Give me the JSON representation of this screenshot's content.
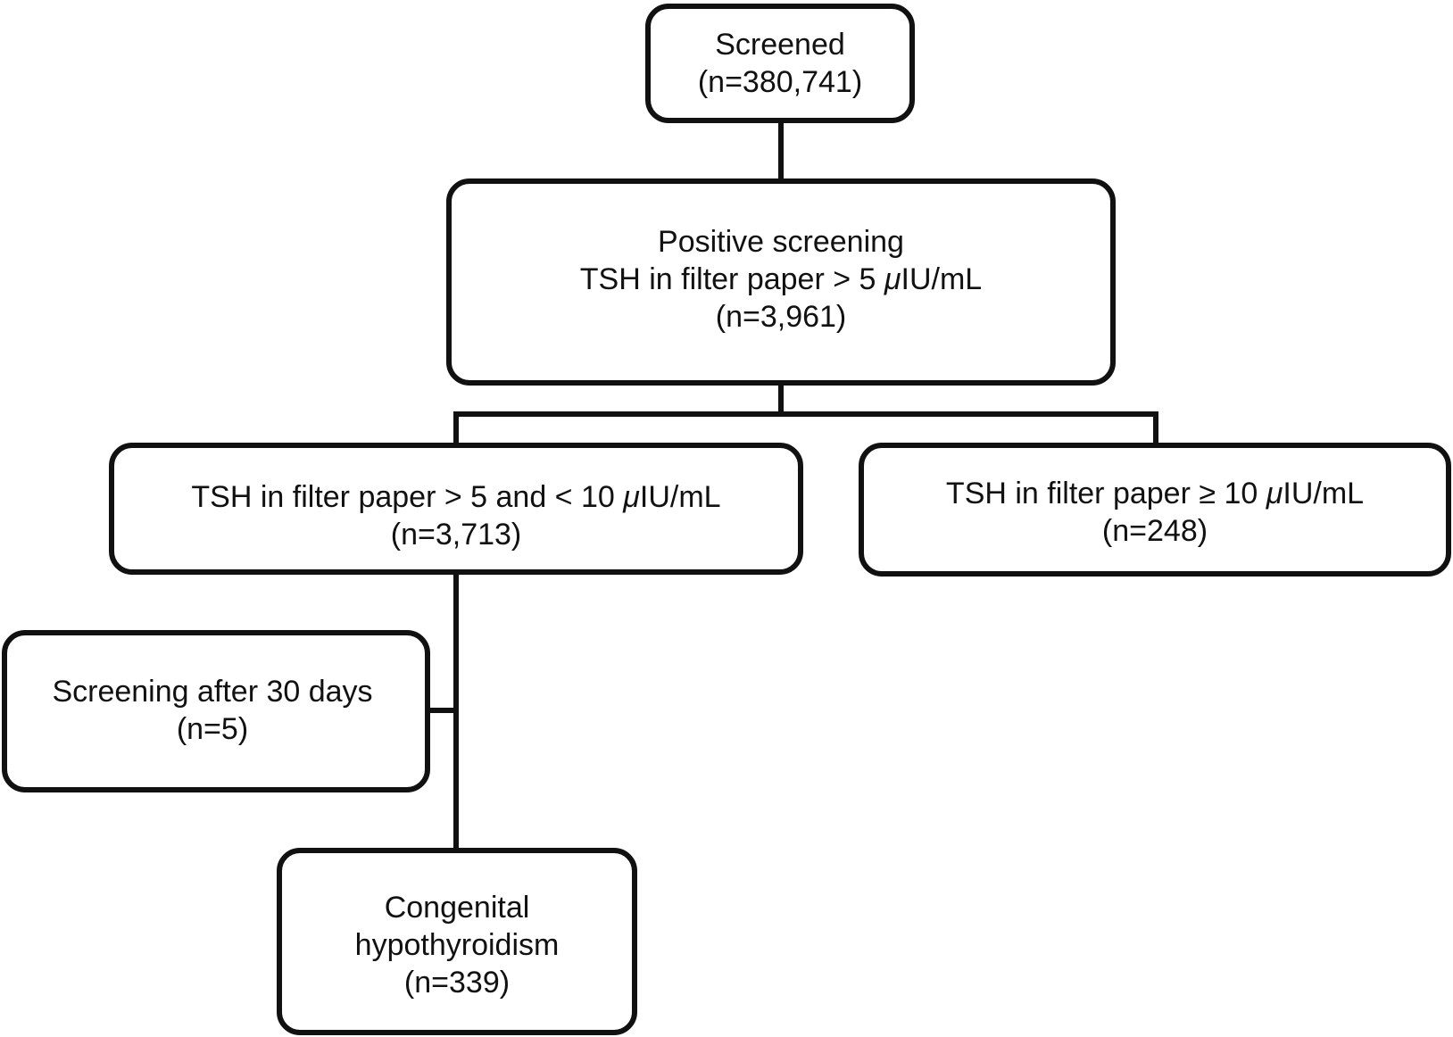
{
  "flowchart": {
    "nodes": {
      "screened": {
        "line1": "Screened",
        "line2": "(n=380,741)"
      },
      "positive": {
        "line1": "Positive screening",
        "line2_prefix": "TSH in filter paper  > 5 ",
        "mu": "μ",
        "line2_suffix": "IU/mL",
        "line3": "(n=3,961)"
      },
      "tsh_5_10": {
        "line1_prefix": "TSH in filter paper > 5 and < 10 ",
        "mu": "μ",
        "line1_suffix": "IU/mL",
        "line2": "(n=3,713)"
      },
      "tsh_ge_10": {
        "line1_prefix": "TSH in filter paper ≥ 10 ",
        "mu": "μ",
        "line1_suffix": "IU/mL",
        "line2": "(n=248)"
      },
      "after_30_days": {
        "line1": "Screening after 30 days",
        "line2": "(n=5)"
      },
      "congenital": {
        "line1": "Congenital",
        "line2": "hypothyroidism",
        "line3": "(n=339)"
      }
    },
    "edges": [
      {
        "from": "screened",
        "to": "positive"
      },
      {
        "from": "positive",
        "to": "tsh_5_10"
      },
      {
        "from": "positive",
        "to": "tsh_ge_10"
      },
      {
        "from": "tsh_5_10",
        "to": "after_30_days"
      },
      {
        "from": "tsh_5_10",
        "to": "congenital"
      }
    ],
    "colors": {
      "stroke": "#111111",
      "fill": "#ffffff",
      "text": "#111111"
    }
  }
}
